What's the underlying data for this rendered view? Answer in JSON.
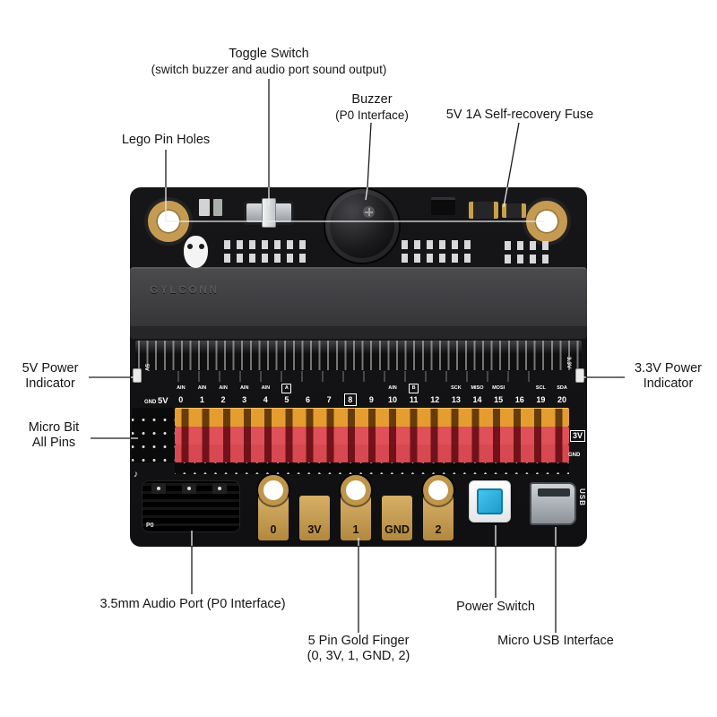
{
  "annotations": {
    "toggle_switch": {
      "title": "Toggle Switch",
      "subtitle": "(switch buzzer and audio port sound output)"
    },
    "buzzer": {
      "title": "Buzzer",
      "subtitle": "(P0 Interface)"
    },
    "fuse": {
      "title": "5V 1A Self-recovery Fuse"
    },
    "lego_pin_holes": {
      "title": "Lego Pin Holes"
    },
    "power_indicator_5v": {
      "title": "5V Power",
      "subtitle": "Indicator"
    },
    "power_indicator_3v3": {
      "title": "3.3V Power",
      "subtitle": "Indicator"
    },
    "microbit_all_pins": {
      "title": "Micro Bit",
      "subtitle": "All Pins"
    },
    "audio_port": {
      "title": "3.5mm Audio Port (P0 Interface)"
    },
    "gold_finger": {
      "title": "5 Pin Gold Finger",
      "subtitle": "(0, 3V, 1, GND, 2)"
    },
    "power_switch": {
      "title": "Power Switch"
    },
    "usb": {
      "title": "Micro USB Interface"
    }
  },
  "board": {
    "brand": "GYLCONN",
    "colors": {
      "pcb": "#121213",
      "yellow_header": "#e69d2f",
      "red_header": "#e05058",
      "gold": "#c59a52",
      "switch_blue": "#2bb3e3"
    },
    "silkscreen": {
      "indicator_left": "5V",
      "indicator_right": "3.3V",
      "rail_left_gnd": "GND",
      "rail_left_5v": "5V",
      "rail_right_3v": "3V",
      "rail_right_gnd": "GND",
      "function_row": [
        "AIN",
        "AIN",
        "AIN",
        "AIN",
        "AIN",
        "A",
        "",
        "",
        "",
        "",
        "AIN",
        "B",
        "",
        "SCK",
        "MISO",
        "MOSI",
        "",
        "SCL",
        "SDA"
      ],
      "pin_row": [
        "0",
        "1",
        "2",
        "3",
        "4",
        "5",
        "6",
        "7",
        "8",
        "9",
        "10",
        "11",
        "12",
        "13",
        "14",
        "15",
        "16",
        "19",
        "20"
      ],
      "p0": "P0",
      "usb": "USB",
      "music_note": "♪"
    },
    "gold_fingers": [
      "0",
      "3V",
      "1",
      "GND",
      "2"
    ]
  }
}
